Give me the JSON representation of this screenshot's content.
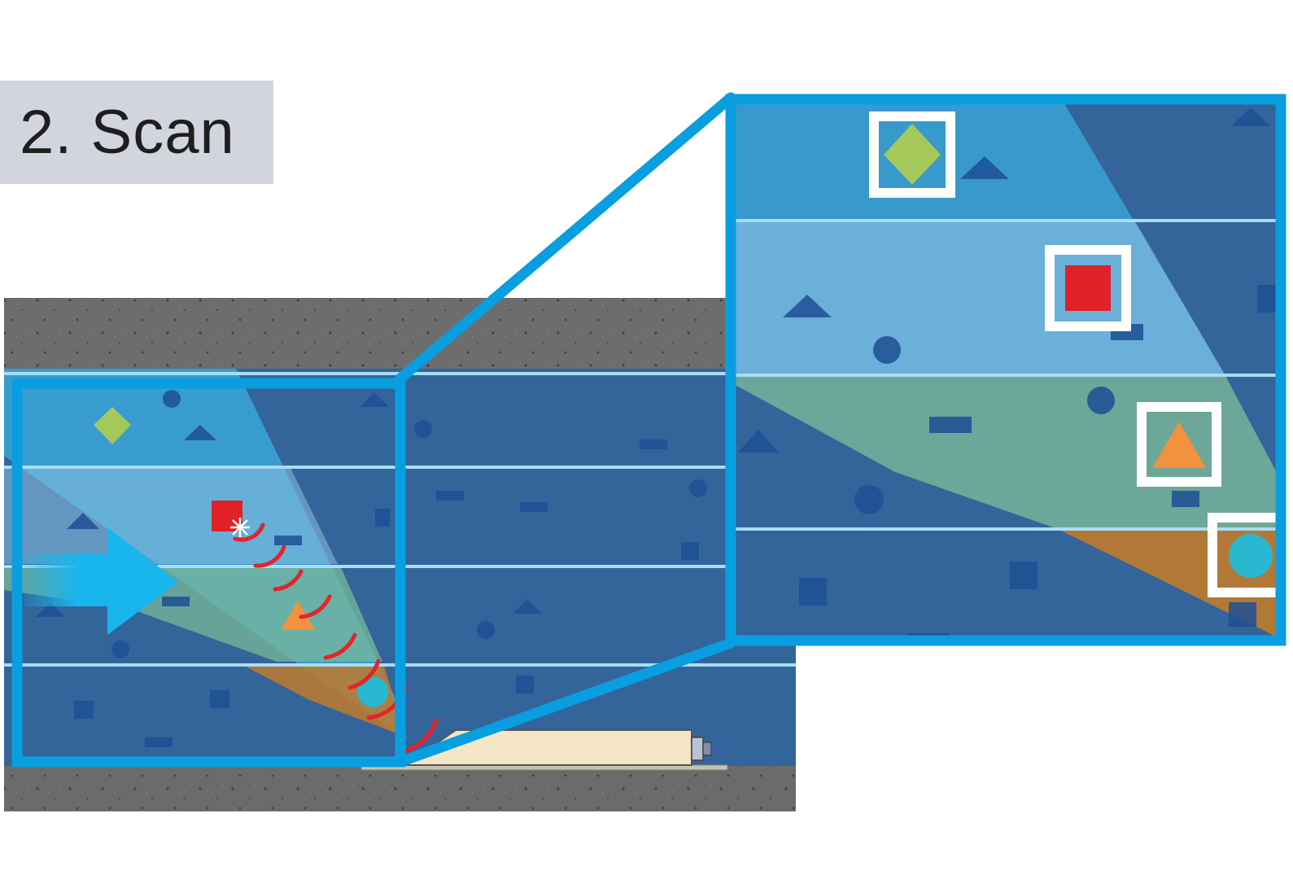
{
  "title": "2. Scan",
  "colors": {
    "steel_blue": "#33649a",
    "frame_blue": "#099ee0",
    "layer_line": "#a9ddf5",
    "concrete": "#6b6b6b",
    "beam_light": "#39a6d8",
    "beam_pale": "#8cbfdf",
    "beam_green": "#7ab898",
    "beam_orange": "#c07a2c",
    "arrow": "#19b6ee",
    "marker_green": "#a4c95a",
    "marker_red": "#e12128",
    "marker_orange": "#f2913e",
    "marker_cyan": "#28b8cf",
    "wave": "#e3242b",
    "probe": "#f3e5c5"
  },
  "diagram": {
    "components": [
      "concrete-layer",
      "test-material",
      "ultrasonic-probe",
      "scan-direction-arrow",
      "magnified-inset"
    ],
    "indications": [
      {
        "shape": "diamond",
        "color": "green"
      },
      {
        "shape": "square",
        "color": "red"
      },
      {
        "shape": "triangle",
        "color": "orange"
      },
      {
        "shape": "circle",
        "color": "cyan"
      }
    ]
  }
}
